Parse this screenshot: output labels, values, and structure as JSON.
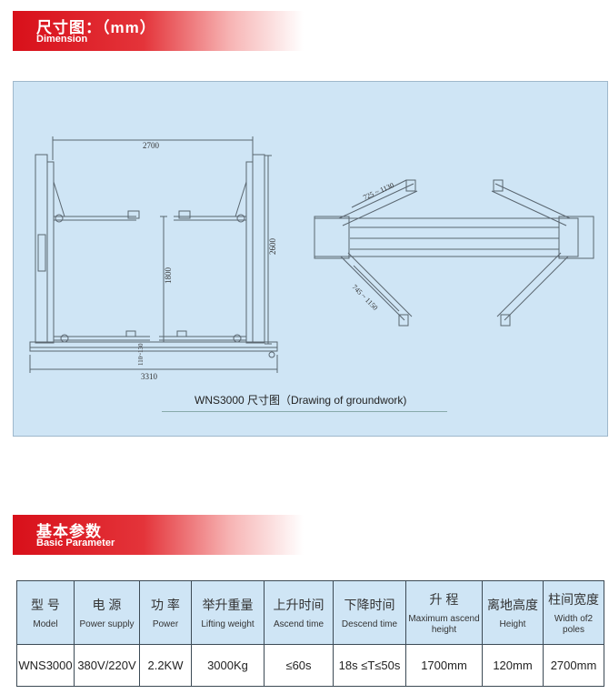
{
  "dimension_section": {
    "title_cn": "尺寸图：（mm）",
    "title_en": "Dimension"
  },
  "drawing": {
    "caption": "WNS3000 尺寸图（Drawing of groundwork)",
    "labels": {
      "width_top": "2700",
      "width_bottom": "3310",
      "height_overall": "2600",
      "lift_height": "1800",
      "base_height": "110~130",
      "arm_upper": "725 ~ 1130",
      "arm_lower": "745 ~ 1150"
    }
  },
  "param_section": {
    "title_cn": "基本参数",
    "title_en": "Basic Parameter"
  },
  "table": {
    "headers": [
      {
        "cn": "型 号",
        "en": "Model"
      },
      {
        "cn": "电 源",
        "en": "Power supply"
      },
      {
        "cn": "功 率",
        "en": "Power"
      },
      {
        "cn": "举升重量",
        "en": "Lifting weight"
      },
      {
        "cn": "上升时间",
        "en": "Ascend time"
      },
      {
        "cn": "下降时间",
        "en": "Descend time"
      },
      {
        "cn": "升 程",
        "en": "Maximum ascend height"
      },
      {
        "cn": "离地高度",
        "en": "Height"
      },
      {
        "cn": "柱间宽度",
        "en": "Width of2 poles"
      }
    ],
    "row": [
      "WNS3000",
      "380V/220V",
      "2.2KW",
      "3000Kg",
      "≤60s",
      "18s ≤T≤50s",
      "1700mm",
      "120mm",
      "2700mm"
    ]
  }
}
